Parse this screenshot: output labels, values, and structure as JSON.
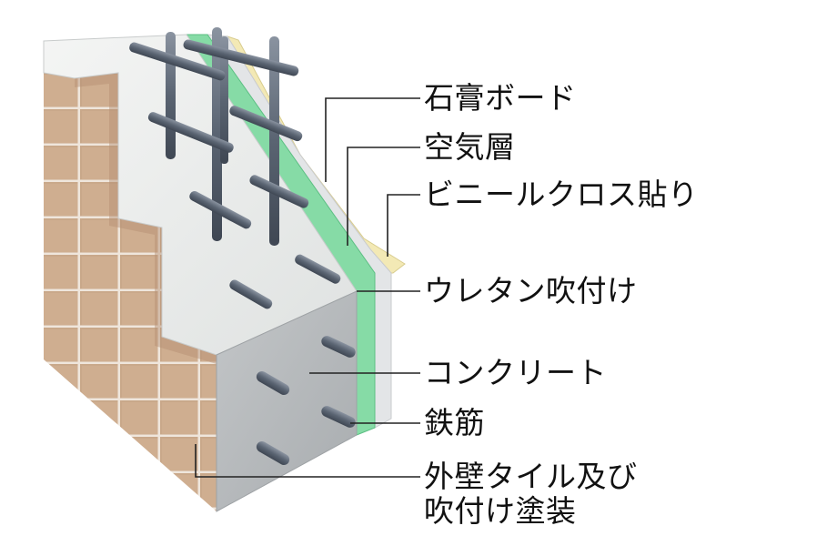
{
  "labels": {
    "gypsum_board": "石膏ボード",
    "air_layer": "空気層",
    "vinyl_cloth": "ビニールクロス貼り",
    "urethane_spray": "ウレタン吹付け",
    "concrete": "コンクリート",
    "rebar": "鉄筋",
    "exterior_line1": "外壁タイル及び",
    "exterior_line2": "吹付け塗装"
  },
  "colors": {
    "tile": "#c9a88a",
    "tile_dark": "#b08c6e",
    "concrete": "#b7babd",
    "concrete_light": "#eceeed",
    "urethane": "#7fd6a0",
    "gypsum": "#e2e4e6",
    "cloth": "#f3e9b5",
    "rebar": "#5d6775",
    "leader": "#222222"
  }
}
